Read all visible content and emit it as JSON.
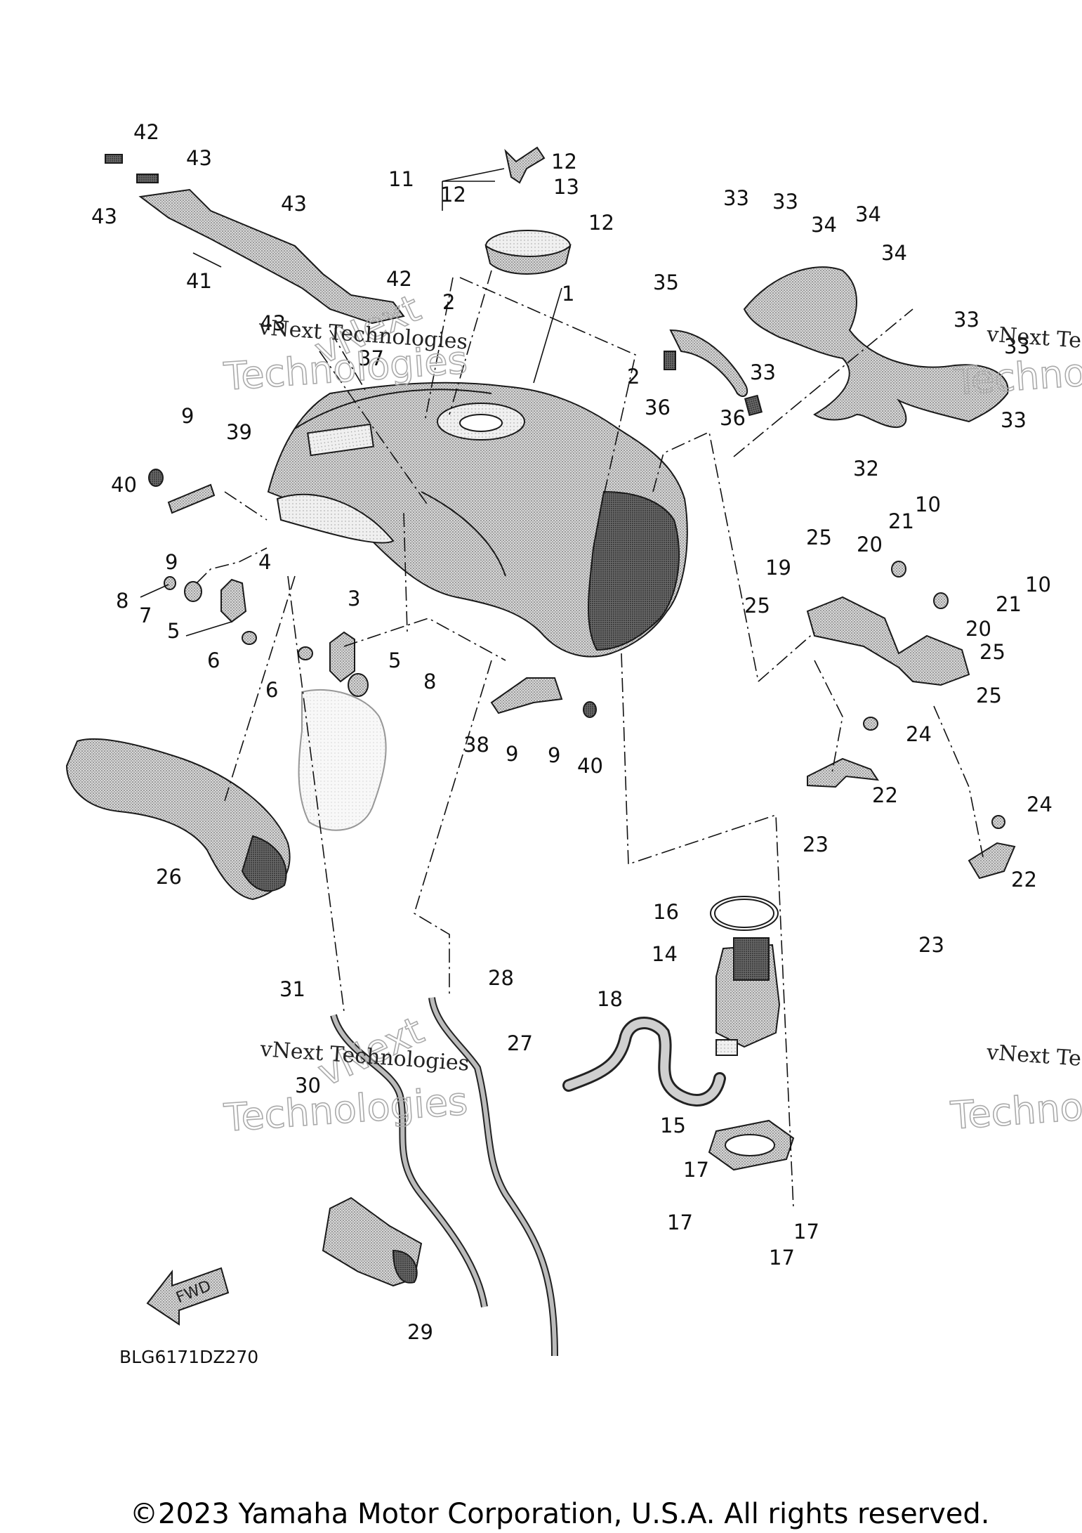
{
  "callouts": [
    {
      "id": "c1",
      "text": "1"
    },
    {
      "id": "c2a",
      "text": "2"
    },
    {
      "id": "c2b",
      "text": "2"
    },
    {
      "id": "c3",
      "text": "3"
    },
    {
      "id": "c4",
      "text": "4"
    },
    {
      "id": "c5a",
      "text": "5"
    },
    {
      "id": "c5b",
      "text": "5"
    },
    {
      "id": "c6a",
      "text": "6"
    },
    {
      "id": "c6b",
      "text": "6"
    },
    {
      "id": "c7",
      "text": "7"
    },
    {
      "id": "c8a",
      "text": "8"
    },
    {
      "id": "c8b",
      "text": "8"
    },
    {
      "id": "c9a",
      "text": "9"
    },
    {
      "id": "c9b",
      "text": "9"
    },
    {
      "id": "c9c",
      "text": "9"
    },
    {
      "id": "c9d",
      "text": "9"
    },
    {
      "id": "c10a",
      "text": "10"
    },
    {
      "id": "c10b",
      "text": "10"
    },
    {
      "id": "c11",
      "text": "11"
    },
    {
      "id": "c12a",
      "text": "12"
    },
    {
      "id": "c12b",
      "text": "12"
    },
    {
      "id": "c12c",
      "text": "12"
    },
    {
      "id": "c13",
      "text": "13"
    },
    {
      "id": "c14",
      "text": "14"
    },
    {
      "id": "c15",
      "text": "15"
    },
    {
      "id": "c16",
      "text": "16"
    },
    {
      "id": "c17a",
      "text": "17"
    },
    {
      "id": "c17b",
      "text": "17"
    },
    {
      "id": "c17c",
      "text": "17"
    },
    {
      "id": "c17d",
      "text": "17"
    },
    {
      "id": "c18",
      "text": "18"
    },
    {
      "id": "c19",
      "text": "19"
    },
    {
      "id": "c20a",
      "text": "20"
    },
    {
      "id": "c20b",
      "text": "20"
    },
    {
      "id": "c21a",
      "text": "21"
    },
    {
      "id": "c21b",
      "text": "21"
    },
    {
      "id": "c22a",
      "text": "22"
    },
    {
      "id": "c22b",
      "text": "22"
    },
    {
      "id": "c23a",
      "text": "23"
    },
    {
      "id": "c23b",
      "text": "23"
    },
    {
      "id": "c24a",
      "text": "24"
    },
    {
      "id": "c24b",
      "text": "24"
    },
    {
      "id": "c25a",
      "text": "25"
    },
    {
      "id": "c25b",
      "text": "25"
    },
    {
      "id": "c25c",
      "text": "25"
    },
    {
      "id": "c25d",
      "text": "25"
    },
    {
      "id": "c26",
      "text": "26"
    },
    {
      "id": "c27",
      "text": "27"
    },
    {
      "id": "c28",
      "text": "28"
    },
    {
      "id": "c29",
      "text": "29"
    },
    {
      "id": "c30",
      "text": "30"
    },
    {
      "id": "c31",
      "text": "31"
    },
    {
      "id": "c32",
      "text": "32"
    },
    {
      "id": "c33a",
      "text": "33"
    },
    {
      "id": "c33b",
      "text": "33"
    },
    {
      "id": "c33c",
      "text": "33"
    },
    {
      "id": "c33d",
      "text": "33"
    },
    {
      "id": "c33e",
      "text": "33"
    },
    {
      "id": "c33f",
      "text": "33"
    },
    {
      "id": "c34a",
      "text": "34"
    },
    {
      "id": "c34b",
      "text": "34"
    },
    {
      "id": "c34c",
      "text": "34"
    },
    {
      "id": "c35",
      "text": "35"
    },
    {
      "id": "c36a",
      "text": "36"
    },
    {
      "id": "c36b",
      "text": "36"
    },
    {
      "id": "c37",
      "text": "37"
    },
    {
      "id": "c38",
      "text": "38"
    },
    {
      "id": "c39",
      "text": "39"
    },
    {
      "id": "c40a",
      "text": "40"
    },
    {
      "id": "c40b",
      "text": "40"
    },
    {
      "id": "c41",
      "text": "41"
    },
    {
      "id": "c42a",
      "text": "42"
    },
    {
      "id": "c42b",
      "text": "42"
    },
    {
      "id": "c43a",
      "text": "43"
    },
    {
      "id": "c43b",
      "text": "43"
    },
    {
      "id": "c43c",
      "text": "43"
    },
    {
      "id": "c43d",
      "text": "43"
    }
  ],
  "fwd_label": "FWD",
  "diagram_ref": "BLG6171DZ270",
  "watermark": {
    "line1": "vNext Technologies",
    "line2": "Technologies",
    "line3": "vNext"
  },
  "watermark_partial": {
    "line1": "vNext Te",
    "line2": "Techno"
  },
  "copyright": "©2023 Yamaha Motor Corporation, U.S.A. All rights reserved."
}
